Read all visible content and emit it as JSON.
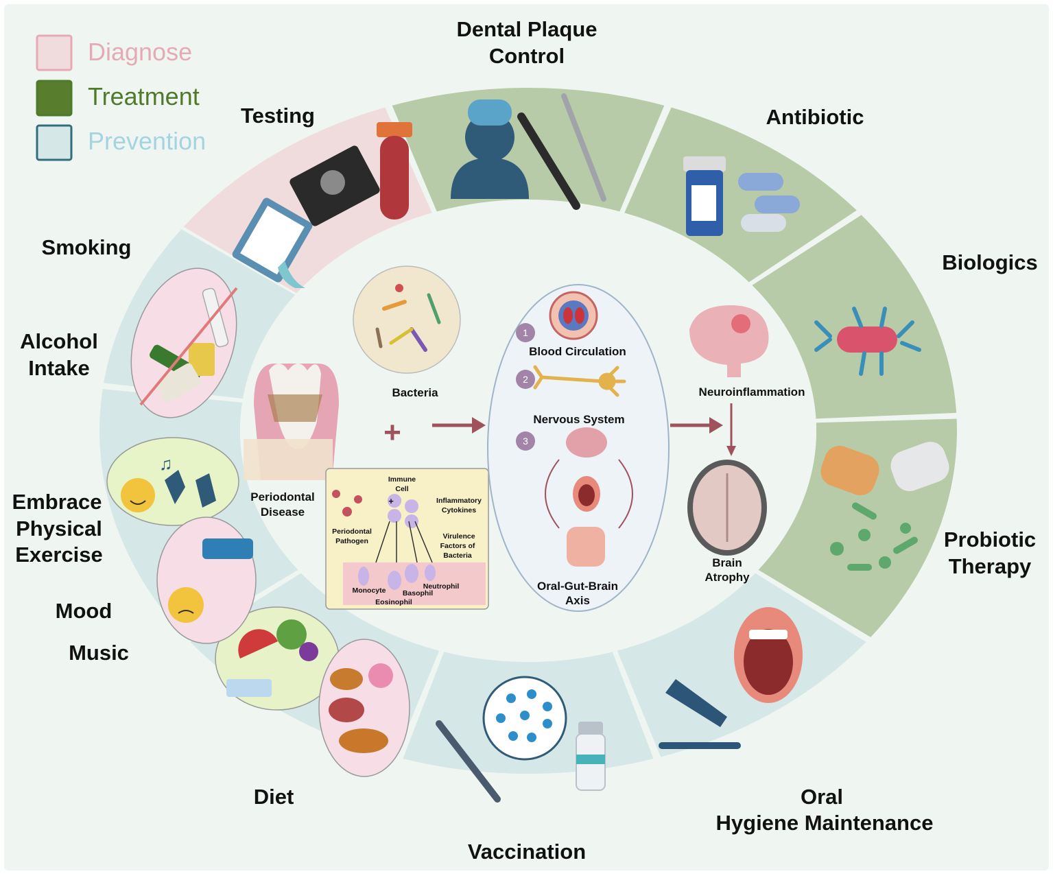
{
  "colors": {
    "background": "#eff6f2",
    "diagnose": "#f1dcdd",
    "treatment": "#b7cba8",
    "prevention": "#d5e7e6",
    "legend_diagnose_text": "#e6aab4",
    "legend_treatment_text": "#4e7a2a",
    "legend_prevention_text": "#a6d3e0",
    "arrow": "#a0525c"
  },
  "legend": [
    {
      "label": "Diagnose",
      "category": "diagnose"
    },
    {
      "label": "Treatment",
      "category": "treatment"
    },
    {
      "label": "Prevention",
      "category": "prevention"
    }
  ],
  "segments": [
    {
      "id": "testing",
      "category": "diagnose",
      "label": [
        "Testing"
      ],
      "icon": "test-tube-monitor-clipboard-icon"
    },
    {
      "id": "dental-plaque-control",
      "category": "treatment",
      "label": [
        "Dental Plaque",
        "Control"
      ],
      "icon": "dentist-tools-icon"
    },
    {
      "id": "antibiotic",
      "category": "treatment",
      "label": [
        "Antibiotic"
      ],
      "icon": "pill-bottle-icon"
    },
    {
      "id": "biologics",
      "category": "treatment",
      "label": [
        "Biologics"
      ],
      "icon": "antibody-icon"
    },
    {
      "id": "probiotic-therapy",
      "category": "treatment",
      "label": [
        "Probiotic",
        "Therapy"
      ],
      "icon": "probiotic-capsule-icon"
    },
    {
      "id": "oral-hygiene",
      "category": "prevention",
      "label": [
        "Oral",
        "Hygiene Maintenance"
      ],
      "icon": "toothbrush-mouth-icon"
    },
    {
      "id": "vaccination",
      "category": "prevention",
      "label": [
        "Vaccination"
      ],
      "icon": "syringe-vial-icon"
    },
    {
      "id": "diet",
      "category": "prevention",
      "label": [
        "Diet"
      ],
      "icon": "food-icon"
    },
    {
      "id": "lifestyle",
      "category": "prevention",
      "label": [
        "Embrace",
        "Physical",
        "Exercise"
      ],
      "icon": "exercise-mood-icon"
    },
    {
      "id": "smoking-alcohol",
      "category": "prevention",
      "label": [
        "Alcohol",
        "Intake"
      ],
      "icon": "no-smoking-alcohol-icon"
    }
  ],
  "extra_labels": {
    "smoking": "Smoking",
    "mood": "Mood",
    "music": "Music"
  },
  "center": {
    "bacteria": "Bacteria",
    "periodontal_disease": [
      "Periodontal",
      "Disease"
    ],
    "plus": "+",
    "inset": {
      "immune_cell": [
        "Immune",
        "Cell"
      ],
      "inflammatory_cytokines": [
        "Inflammatory",
        "Cytokines"
      ],
      "periodontal_pathogen": [
        "Periodontal",
        "Pathogen"
      ],
      "virulence": [
        "Virulence",
        "Factors of",
        "Bacteria"
      ],
      "monocyte": "Monocyte",
      "basophil": "Basophil",
      "neutrophil": "Neutrophil",
      "eosinophil": "Eosinophil"
    },
    "pathways": [
      {
        "num": "1",
        "label": "Blood Circulation"
      },
      {
        "num": "2",
        "label": "Nervous System"
      },
      {
        "num": "3",
        "label": "Oral-Gut-Brain Axis"
      }
    ],
    "oral_gut_brain": [
      "Oral-Gut-Brain",
      "Axis"
    ],
    "neuroinflammation": "Neuroinflammation",
    "brain_atrophy": [
      "Brain",
      "Atrophy"
    ]
  }
}
